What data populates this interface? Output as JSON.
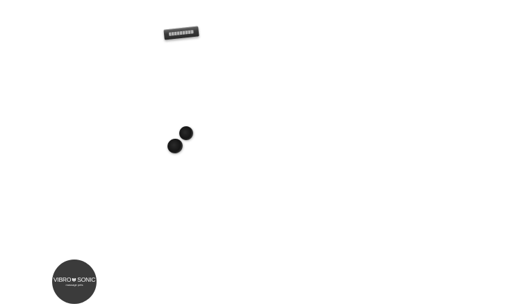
{
  "logo": {
    "word_left": "VIBRO",
    "word_right": "SONIC",
    "tagline": "massage pets",
    "background_color": "#3b3b3b",
    "text_color": "#ffffff"
  },
  "objects": {
    "nameplate": "metal-badge",
    "feet": [
      "rubber-foot",
      "rubber-foot"
    ]
  }
}
